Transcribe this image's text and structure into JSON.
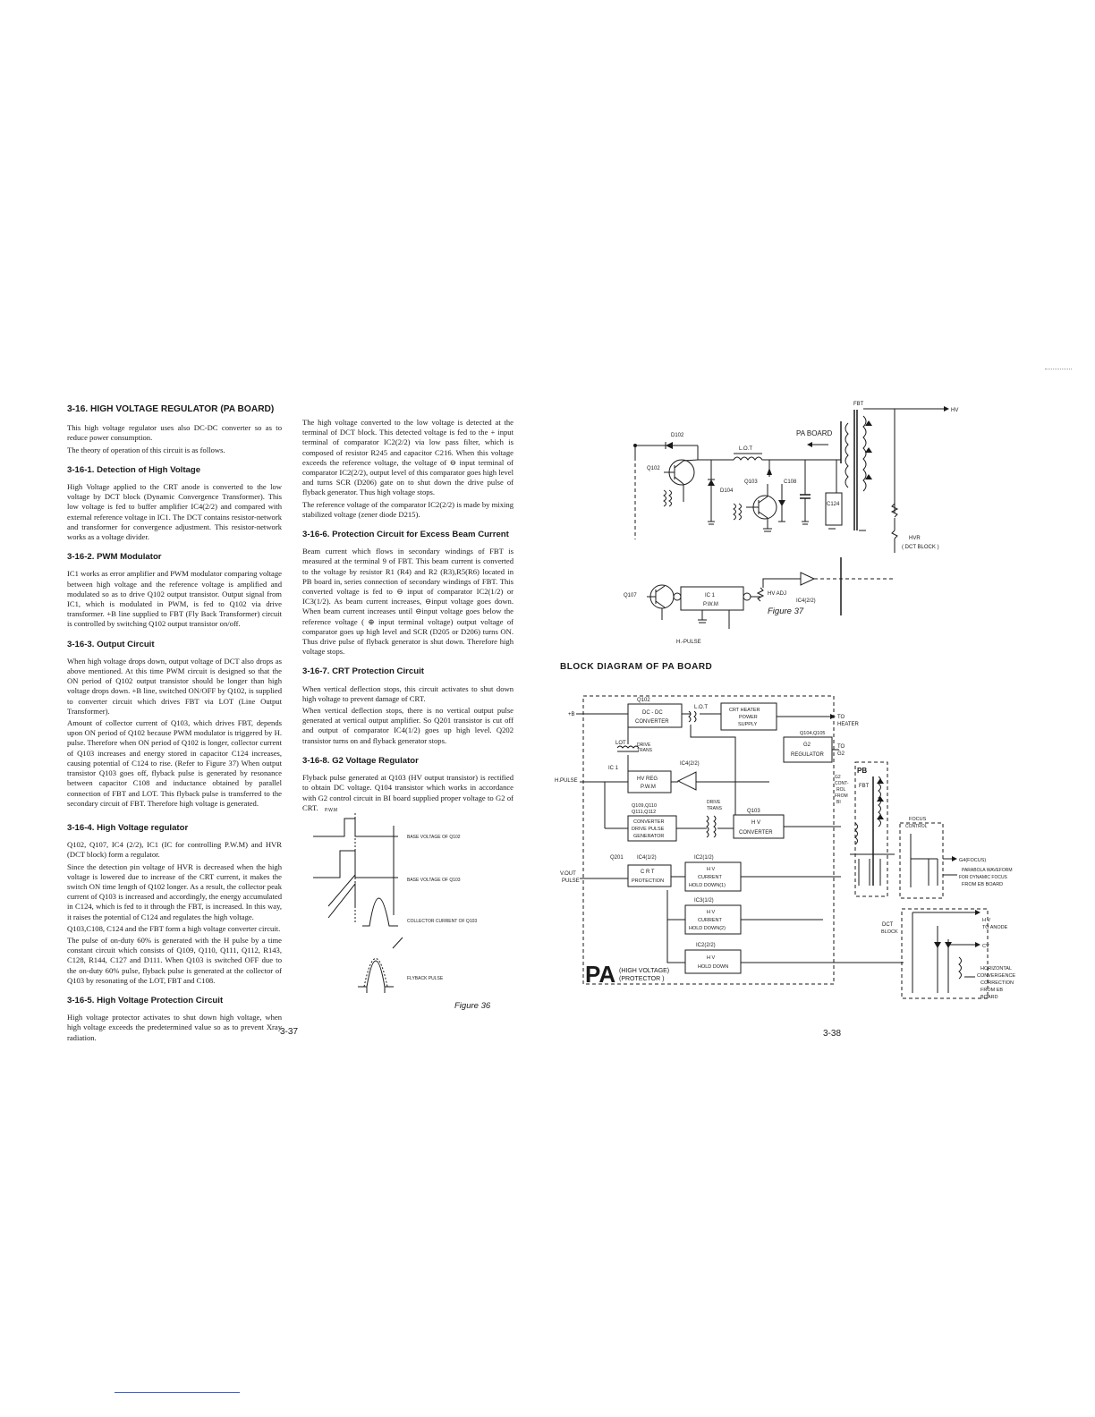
{
  "left_column": {
    "heading": "3-16.  HIGH VOLTAGE REGULATOR (PA BOARD)",
    "intro": [
      "This high voltage regulator uses also DC-DC converter so as to reduce power consumption.",
      "The theory of operation of this circuit is as follows."
    ],
    "s1_heading": "3-16-1.  Detection of High Voltage",
    "s1_body": "High Voltage applied to the CRT anode is converted to the low voltage by DCT block (Dynamic Convergence Transformer). This low voltage is fed to buffer amplifier IC4(2/2) and compared with external reference voltage in IC1. The DCT contains resistor-network and transformer for convergence adjustment. This resistor-network works as a voltage divider.",
    "s2_heading": "3-16-2.  PWM Modulator",
    "s2_body": "IC1 works as error amplifier and PWM modulator comparing voltage between high voltage and the reference voltage is amplified and modulated so as to drive Q102 output transistor. Output signal from IC1, which is modulated in PWM, is fed to Q102 via drive transformer. +B line supplied to FBT (Fly Back Transformer) circuit is controlled by switching Q102 output transistor on/off.",
    "s3_heading": "3-16-3.  Output Circuit",
    "s3_body": [
      "When high voltage drops down, output voltage of DCT also drops as above mentioned. At this time PWM circuit is designed so that the ON period of Q102 output transistor should be longer than high voltage drops down. +B line, switched ON/OFF by Q102, is supplied to converter circuit which drives FBT via LOT (Line Output Transformer).",
      "Amount of collector current of Q103, which drives FBT, depends upon ON period of Q102 because PWM modulator is triggered by H. pulse. Therefore when ON period of Q102 is longer, collector current of Q103 increases and energy stored in capacitor C124 increases, causing potential of C124 to rise. (Refer to Figure 37) When output transistor Q103 goes off, flyback pulse is generated by resonance between capacitor C108 and inductance obtained by parallel connection of FBT and LOT. This flyback pulse is transferred to the secondary circuit of FBT. Therefore high voltage is generated."
    ],
    "s4_heading": "3-16-4.  High Voltage regulator",
    "s4_body": [
      "Q102, Q107, IC4 (2/2), IC1 (IC for controlling P.W.M) and HVR (DCT block) form a regulator.",
      "Since the detection pin voltage of HVR is decreased when the high voltage is lowered due to increase of the CRT current, it makes the switch ON time length of Q102 longer. As a result, the collector peak current of Q103 is increased and accordingly, the energy accumulated in C124, which is fed to it through the FBT, is increased. In this way, it raises the potential of C124 and regulates the high voltage.",
      "Q103,C108, C124 and the FBT form a high voltage converter circuit.",
      "The pulse of on-duty 60% is generated with the H pulse by a time constant circuit which consists of Q109, Q110, Q111, Q112, R143, C128, R144, C127 and D111. When Q103 is switched OFF due to the on-duty 60% pulse, flyback pulse is generated at the collector of Q103 by resonating of the LOT, FBT and C108."
    ],
    "s5_heading": "3-16-5.  High Voltage Protection Circuit",
    "s5_body": "High voltage protector activates to shut down high voltage, when high voltage exceeds the predetermined value so as to prevent Xray radiation."
  },
  "mid_column": {
    "p1": [
      "The high voltage converted to the low voltage is detected at the terminal of DCT block. This detected voltage is fed to the + input terminal of comparator IC2(2/2) via low pass filter, which is composed of resistor R245 and capacitor C216. When this voltage exceeds the reference voltage, the voltage of ⊖ input terminal of comparator IC2(2/2), output level of this comparator goes high level and turns SCR (D206) gate on to shut down the drive pulse of flyback generator. Thus high voltage stops.",
      "The reference voltage of the comparator IC2(2/2) is made by mixing stabilized voltage (zener diode D215)."
    ],
    "s6_heading": "3-16-6.  Protection Circuit for Excess Beam Current",
    "s6_body": "Beam current which flows in secondary windings of FBT is measured at the terminal 9 of FBT. This beam current is converted to the voltage by resistor R1 (R4) and R2 (R3),R5(R6) located in PB board in, series connection of secondary windings of FBT. This converted voltage is fed to ⊖ input of comparator IC2(1/2) or IC3(1/2). As beam current increases, ⊖input voltage goes down. When beam current increases until ⊖input voltage goes below the reference voltage ( ⊕ input terminal voltage) output voltage of comparator goes up high level and SCR (D205 or D206) turns ON. Thus drive pulse of flyback generator is shut down. Therefore high voltage stops.",
    "s7_heading": "3-16-7.  CRT Protection Circuit",
    "s7_body": [
      "When vertical deflection stops, this circuit activates to shut down high voltage to prevent damage of CRT.",
      "When vertical deflection stops, there is no vertical output pulse generated at vertical output amplifier. So Q201 transistor is cut off and output of comparator IC4(1/2) goes up high level. Q202 transistor turns on and flyback generator stops."
    ],
    "s8_heading": "3-16-8.  G2 Voltage Regulator",
    "s8_body": "Flyback pulse generated at Q103 (HV output transistor) is rectified to obtain DC voltage. Q104 transistor which works in accordance with G2 control circuit in BI board supplied proper voltage to G2 of CRT."
  },
  "figure36": {
    "caption": "Figure 36",
    "top_label": "P.W.M",
    "labels": [
      "BASE VOLTAGE OF Q102",
      "BASE VOLTAGE OF Q103",
      "COLLECTOR CURRENT OF Q103",
      "FLYBACK PULSE"
    ]
  },
  "figure37": {
    "caption": "Figure 37",
    "labels": {
      "fbt": "FBT",
      "hv": "HV",
      "d102": "D102",
      "pa_board": "PA BOARD",
      "lot": "L.O.T",
      "q102": "Q102",
      "d104": "D104",
      "q103": "Q103",
      "c108": "C108",
      "c124": "C124",
      "hvr": "HVR",
      "dct_block": "( DCT BLOCK )",
      "q107": "Q107",
      "ic1": "IC 1",
      "pwm": "P.W.M",
      "hv_adj": "HV ADJ",
      "ic4": "IC4(2/2)",
      "h_pulse": "H.-PULSE"
    }
  },
  "block_diagram": {
    "title": "BLOCK DIAGRAM OF PA BOARD",
    "inputs": {
      "plus_b": "+B",
      "h_pulse": "H.PULSE",
      "v_out": "V.OUT",
      "pulse": "PULSE"
    },
    "blocks": {
      "q102": "Q102",
      "dcdc1": "DC - DC",
      "dcdc2": "CONVERTER",
      "lot": "L.O.T",
      "heater1": "CRT HEATER",
      "heater2": "POWER",
      "heater3": "SUPPLY",
      "to_heater1": "TO",
      "to_heater2": "HEATER",
      "q104": "Q104,Q105",
      "g2reg1": "G2",
      "g2reg2": "REGULATOR",
      "to_g2_1": "TO",
      "to_g2_2": "G2",
      "lot_q": "LOT",
      "drive1": "DRIVE",
      "drive2": "TRANS",
      "ic1": "IC 1",
      "ic4": "IC4(2/2)",
      "hvreg1": "HV REG",
      "hvreg2": "P.W.M",
      "pb": "PB",
      "g2ctrl": [
        "G2",
        "CONT-",
        "ROL",
        "FROM",
        "BI"
      ],
      "fbt": "FBT",
      "qgen": "Q109,Q110",
      "qgen2": "Q111,Q112",
      "drvtrans1": "DRIVE",
      "drvtrans2": "TRANS",
      "q103": "Q103",
      "conv1": "CONVERTER",
      "conv2": "DRIVE PULSE",
      "conv3": "GENERATOR",
      "hvconv1": "H V",
      "hvconv2": "CONVERTER",
      "focus1": "FOCUS",
      "focus2": "CONTROL",
      "q201": "Q201",
      "ic4b": "IC4(1/2)",
      "ic2": "IC2(1/2)",
      "crt1": "C R T",
      "crt2": "PROTECTION",
      "hvcur1": "H V",
      "hvcur2": "CURRENT",
      "hvcur3": "HOLD DOWN(1)",
      "ic3": "IC3(1/2)",
      "hvcur4": "H V",
      "hvcur5": "CURRENT",
      "hvcur6": "HOLD DOWN(2)",
      "ic2b": "IC2(2/2)",
      "hvhold1": "H V",
      "hvhold2": "HOLD DOWN",
      "g4": "G4(FOCUS)",
      "parabola1": "PARABOLA WAVEFORM",
      "parabola2": "FOR DYNAMIC FOCUS",
      "parabola3": "FROM EB BOARD",
      "dct1": "DCT",
      "dct2": "BLOCK",
      "hv_out": "H V",
      "to_anode": "TO ANODE",
      "cv": "CV",
      "horiz": [
        "HORIZONTAL",
        "CONVERGENCE",
        "CORRECTION",
        "FROM EB",
        "BOARD"
      ],
      "pa_logo": "PA",
      "protector1": "(HIGH  VOLTAGE)",
      "protector2": "(PROTECTOR  )"
    }
  },
  "page_numbers": {
    "left": "3-37",
    "right": "3-38"
  }
}
